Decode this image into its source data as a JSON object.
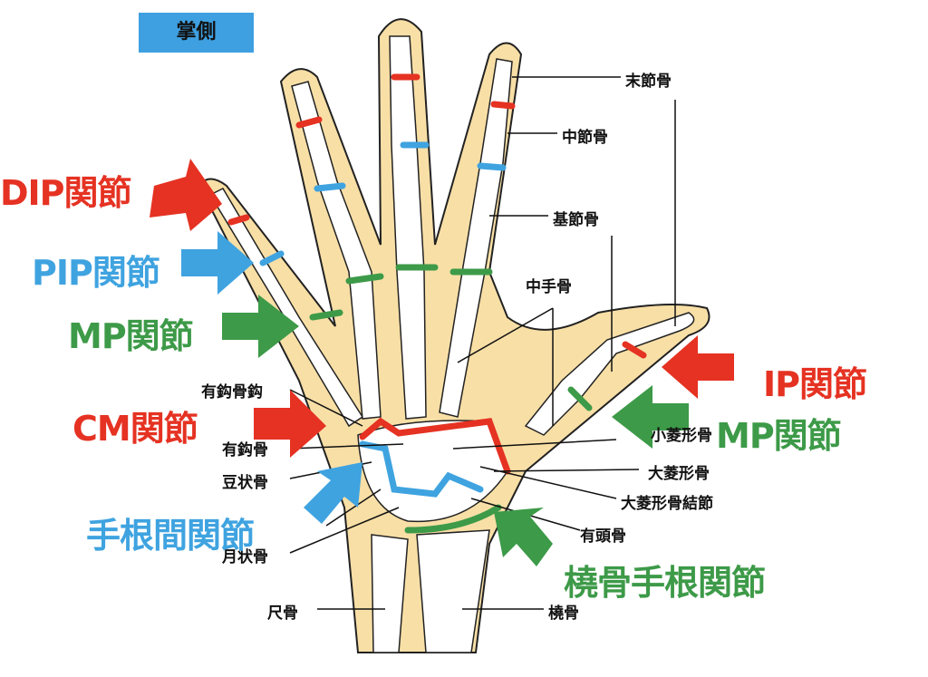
{
  "title": "掌側",
  "bones": {
    "distal_phalanx": "末節骨",
    "middle_phalanx": "中節骨",
    "proximal_phalanx": "基節骨",
    "metacarpal": "中手骨",
    "hook_of_hamate": "有鈎骨鈎",
    "hamate": "有鈎骨",
    "pisiform": "豆状骨",
    "lunate": "月状骨",
    "ulna": "尺骨",
    "radius": "橈骨",
    "capitate": "有頭骨",
    "trapezium": "大菱形骨",
    "trapezium_tubercle": "大菱形骨結節",
    "trapezoid": "小菱形骨"
  },
  "joints": {
    "dip": "DIP関節",
    "pip": "PIP関節",
    "mp_left": "MP関節",
    "ip": "IP関節",
    "cm": "CM関節",
    "mp_right": "MP関節",
    "intercarpal": "手根間関節",
    "radiocarpal": "橈骨手根関節"
  },
  "colors": {
    "red": "#e53222",
    "blue": "#3fa3e0",
    "green": "#3d9a48",
    "skin": "#f8dfa6"
  }
}
